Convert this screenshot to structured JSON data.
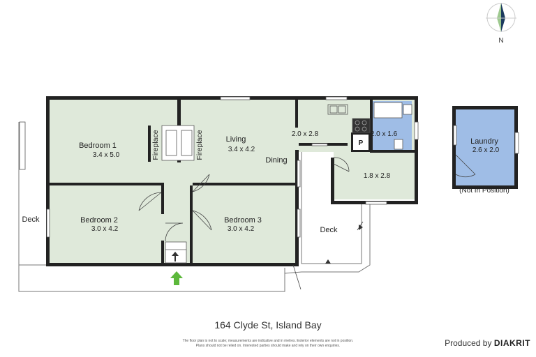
{
  "compass": {
    "label": "N"
  },
  "rooms": [
    {
      "name": "Bedroom 1",
      "dims": "3.4 x 5.0"
    },
    {
      "name": "Living",
      "dims": "3.4 x 4.2"
    },
    {
      "name": "Dining",
      "dims": ""
    },
    {
      "name": "Bedroom 2",
      "dims": "3.0 x 4.2"
    },
    {
      "name": "Bedroom 3",
      "dims": "3.0 x 4.2"
    },
    {
      "name": "Laundry",
      "dims": "2.6 x 2.0"
    }
  ],
  "labels": {
    "fireplace_left": "Fireplace",
    "fireplace_right": "Fireplace",
    "kitchen_dims": "2.0 x 2.8",
    "bathroom_dims": "2.0 x 1.6",
    "pantry": "P",
    "entry_dims": "1.8 x 2.8",
    "deck_left": "Deck",
    "deck_right": "Deck",
    "laundry_note": "(Not In Position)"
  },
  "footer": {
    "address": "164 Clyde St, Island Bay",
    "disclaimer_line1": "The floor plan is not to scale; measurements are indicative and in metres. Exterior elements are not in position.",
    "disclaimer_line2": "Plans should not be relied on. Interested parties should make and rely on their own enquiries.",
    "produced_by": "Produced by",
    "brand": "DIAKRIT"
  },
  "colors": {
    "room_fill": "#dfe9da",
    "wet_fill": "#9fbde6",
    "wall": "#222222",
    "entry_arrow": "#5cb83b"
  }
}
